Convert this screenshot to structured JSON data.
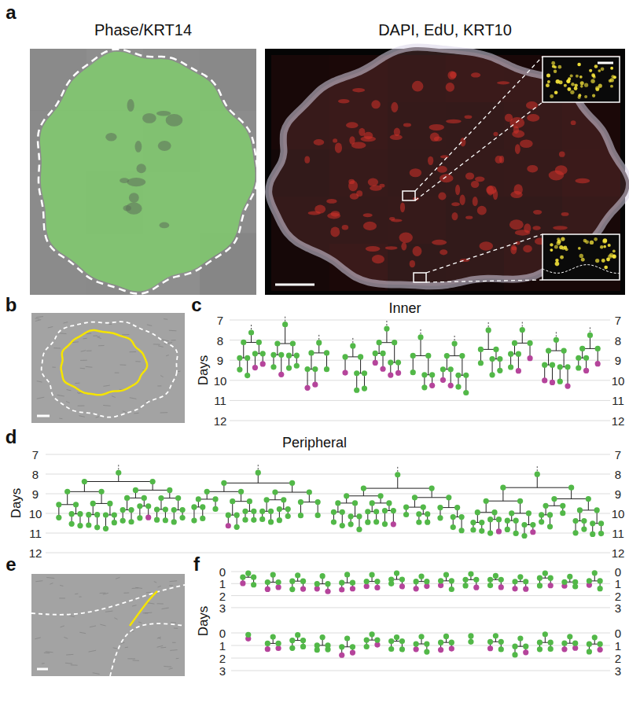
{
  "diagram": {
    "labels": [
      "a",
      "Phase/KRT14",
      "DAPI, EdU, KRT10",
      "b",
      "c",
      "Inner",
      "Days",
      "7",
      "8",
      "9",
      "10",
      "11",
      "12",
      "7",
      "8",
      "9",
      "10",
      "11",
      "12",
      "d",
      "Peripheral",
      "Days",
      "7",
      "8",
      "9",
      "10",
      "11",
      "12",
      "7",
      "8",
      "9",
      "10",
      "11",
      "12",
      "e",
      "f",
      "Days",
      "0",
      "1",
      "2",
      "3",
      "0",
      "1",
      "2",
      "3",
      "0",
      "1",
      "2",
      "3",
      "0",
      "1",
      "2",
      "3"
    ]
  }
}
